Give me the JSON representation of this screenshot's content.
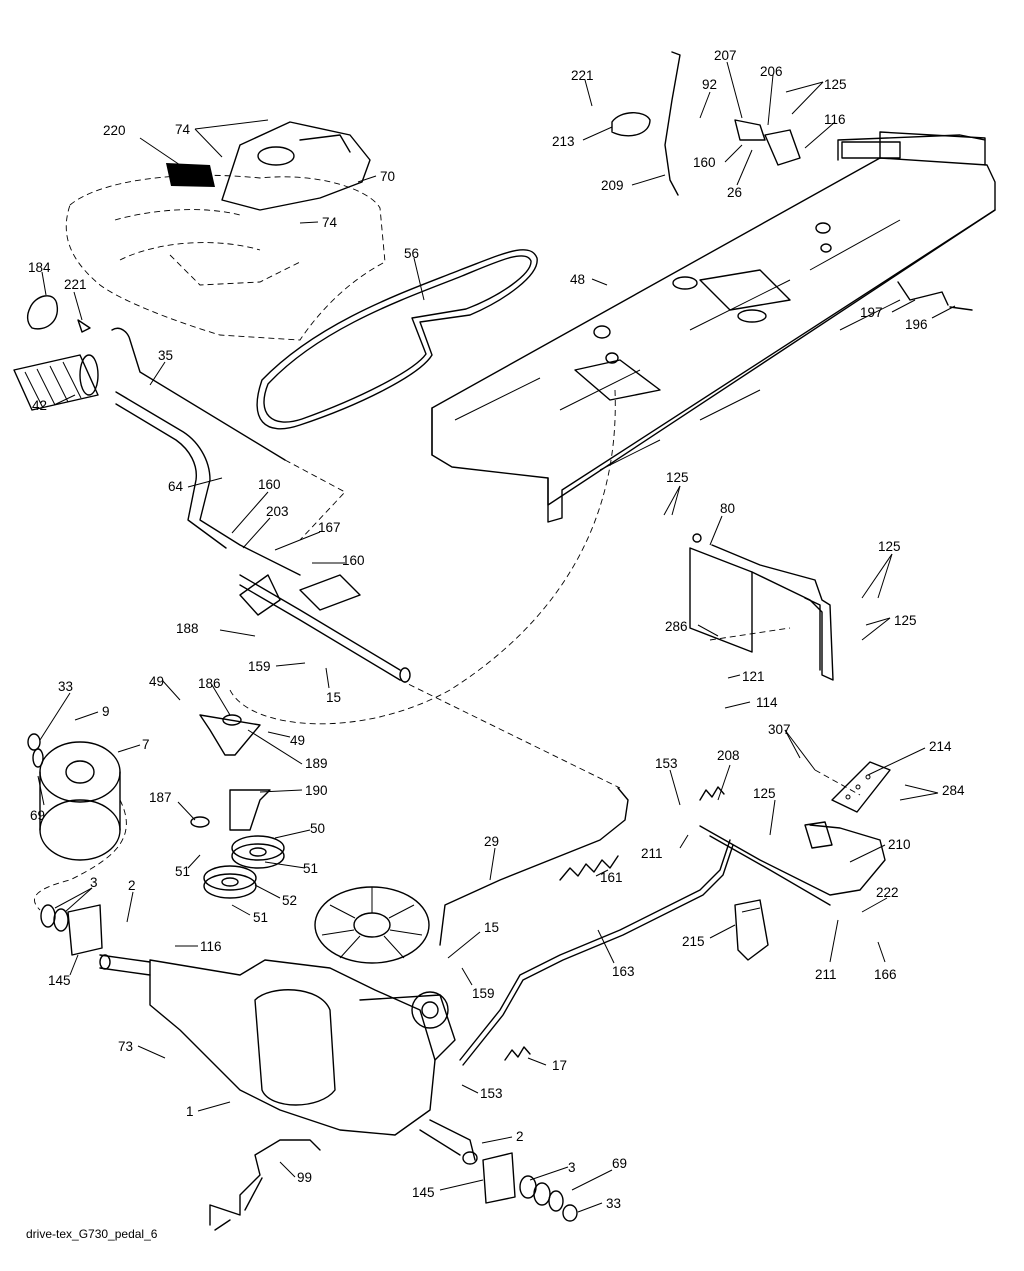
{
  "caption": "drive-tex_G730_pedal_6",
  "callouts": [
    "221",
    "207",
    "92",
    "206",
    "125",
    "213",
    "116",
    "220",
    "74",
    "70",
    "160",
    "26",
    "209",
    "74",
    "56",
    "48",
    "184",
    "221",
    "197",
    "196",
    "35",
    "42",
    "64",
    "125",
    "160",
    "80",
    "203",
    "167",
    "160",
    "125",
    "188",
    "286",
    "125",
    "159",
    "121",
    "15",
    "49",
    "186",
    "114",
    "33",
    "9",
    "49",
    "189",
    "7",
    "307",
    "214",
    "153",
    "208",
    "190",
    "125",
    "284",
    "69",
    "187",
    "50",
    "29",
    "211",
    "210",
    "51",
    "51",
    "161",
    "3",
    "2",
    "52",
    "222",
    "51",
    "15",
    "215",
    "116",
    "211",
    "166",
    "145",
    "163",
    "159",
    "73",
    "17",
    "153",
    "1",
    "2",
    "99",
    "69",
    "3",
    "145",
    "33"
  ]
}
